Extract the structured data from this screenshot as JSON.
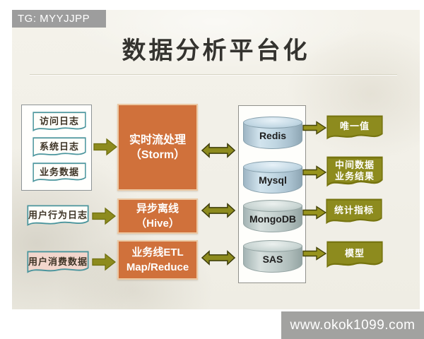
{
  "title": "数据分析平台化",
  "overlays": {
    "tg_banner": "TG: MYYJJPP",
    "watermark": "www.okok1099.com"
  },
  "sources": {
    "grouped": [
      "访问日志",
      "系统日志",
      "业务数据"
    ],
    "standalone": [
      {
        "label": "用户行为日志"
      },
      {
        "label": "用户消费数据"
      }
    ]
  },
  "processors": [
    {
      "line1": "实时流处理",
      "line2": "（Storm）"
    },
    {
      "line1": "异步离线",
      "line2": "（Hive）"
    },
    {
      "line1": "业务线ETL",
      "line2": "Map/Reduce"
    }
  ],
  "databases": [
    "Redis",
    "Mysql",
    "MongoDB",
    "SAS"
  ],
  "outputs": [
    {
      "line1": "唯一值",
      "line2": ""
    },
    {
      "line1": "中间数据",
      "line2": "业务结果"
    },
    {
      "line1": "统计指标",
      "line2": ""
    },
    {
      "line1": "模型",
      "line2": ""
    }
  ],
  "colors": {
    "slide_background": "#f2f0e8",
    "accent_orange": "#d0713b",
    "accent_olive": "#8d8b1e",
    "doc_border_teal": "#4a959d",
    "cylinder_blue": "#b6cedd",
    "banner_gray": "#9d9d9d",
    "consume_doc_pink": "#f2d6cc"
  }
}
